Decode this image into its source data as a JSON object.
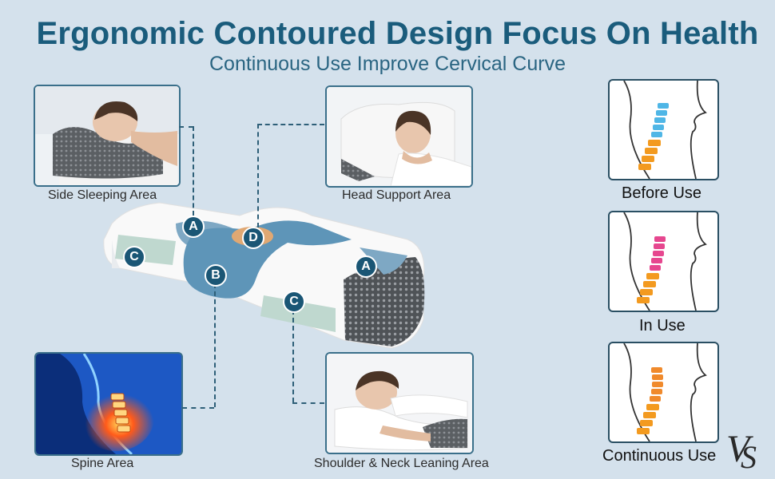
{
  "header": {
    "title": "Ergonomic Contoured Design Focus On Health",
    "subtitle": "Continuous Use Improve Cervical Curve"
  },
  "areas": {
    "side_sleeping": "Side Sleeping Area",
    "head_support": "Head Support Area",
    "spine": "Spine Area",
    "shoulder_neck": "Shoulder & Neck Leaning Area"
  },
  "markers": {
    "a": "A",
    "b": "B",
    "c": "C",
    "d": "D"
  },
  "stages": {
    "before": "Before Use",
    "in_use": "In Use",
    "continuous": "Continuous Use"
  },
  "logo": {
    "text": "VS"
  },
  "colors": {
    "background": "#d4e1ec",
    "title": "#1a5c7c",
    "marker": "#1a5675",
    "spine_before": "#4fb6e6",
    "spine_in_use": "#e6478f",
    "spine_continuous": "#f08a2c",
    "spine_lower": "#f39a1f"
  }
}
